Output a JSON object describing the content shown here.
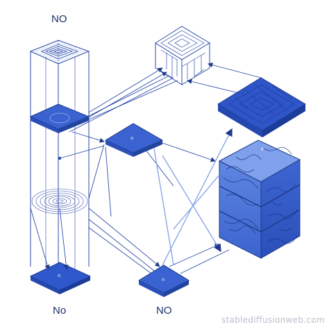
{
  "labels": {
    "top_left": "NO",
    "bottom_left": "No",
    "bottom_center": "NO",
    "node_center_tile": "o",
    "node_bottom_left_tile": "o",
    "node_bottom_center_tile": "n",
    "node_cube": "s"
  },
  "watermark": "stablediffusionweb.com",
  "colors": {
    "line": "#2b4aa8",
    "fill_dark": "#2e55c9",
    "fill_mid": "#4b74dc",
    "fill_light": "#7fa0ea",
    "fill_pale": "#c9d6f6",
    "text": "#1a2f6b"
  }
}
